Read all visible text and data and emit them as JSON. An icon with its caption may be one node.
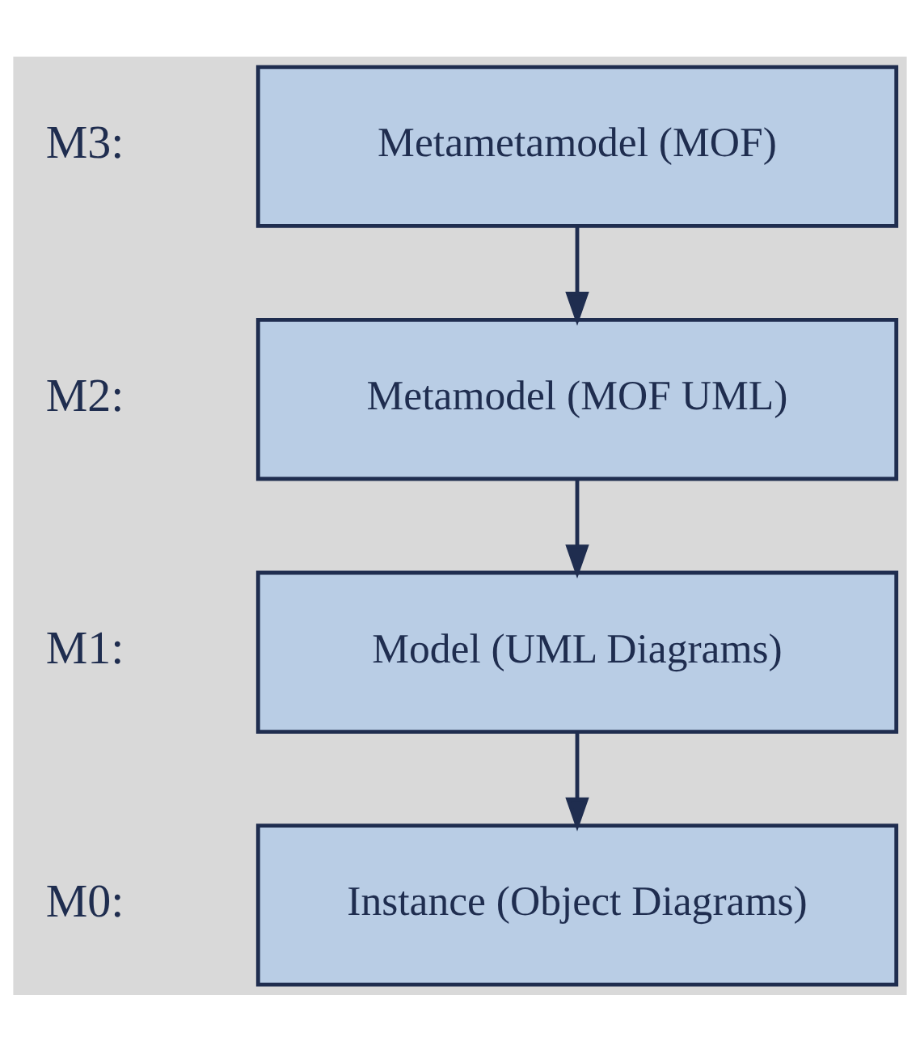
{
  "diagram": {
    "nodes": [
      {
        "text": [
          "Metametamodel (MOF)"
        ],
        "beside": [
          "M3:"
        ]
      },
      {
        "text": [
          "Metamodel (MOF UML)"
        ],
        "beside": [
          "M2:"
        ]
      },
      {
        "text": [
          "Model (UML Diagrams)"
        ],
        "beside": [
          "M1:"
        ]
      },
      {
        "text": [
          "Instance (Object Diagrams)"
        ],
        "beside": [
          "M0:"
        ]
      }
    ],
    "edges": [
      {
        "from": 0,
        "to": 1,
        "arrow": "to"
      },
      {
        "from": 1,
        "to": 2,
        "arrow": "to"
      },
      {
        "from": 2,
        "to": 3,
        "arrow": "to"
      }
    ]
  }
}
